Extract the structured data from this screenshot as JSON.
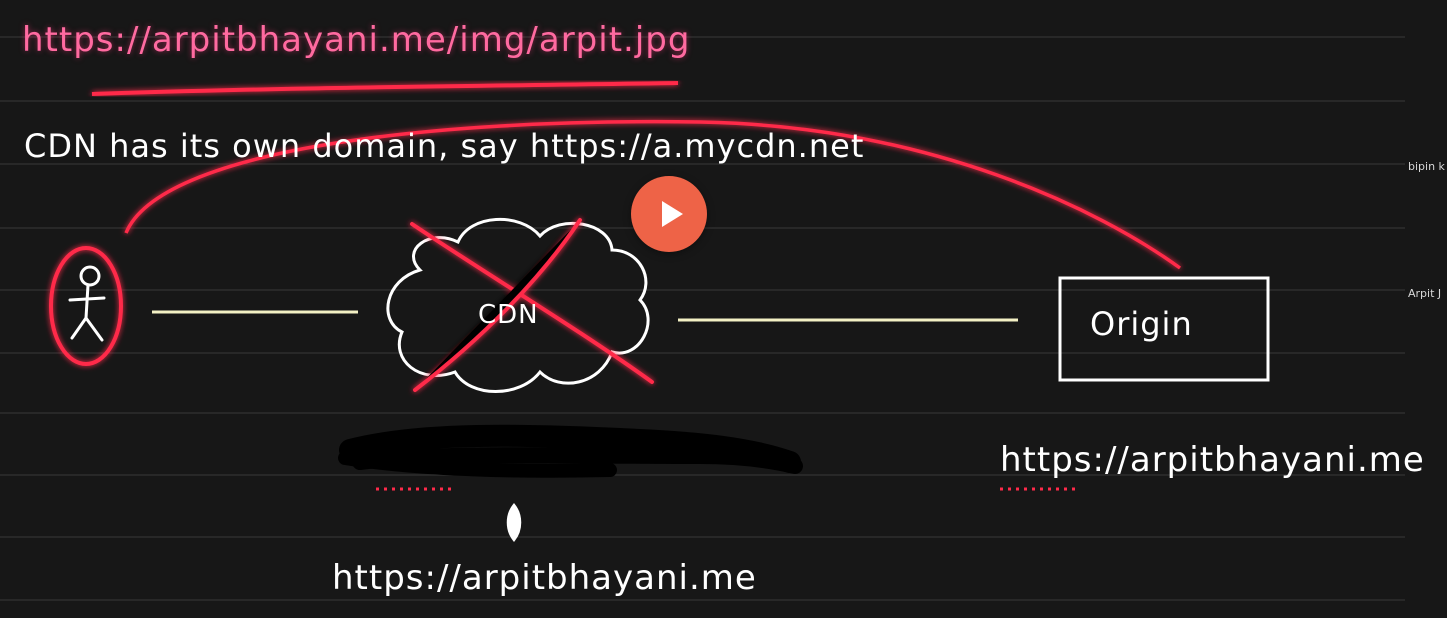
{
  "whiteboard": {
    "top_url": "https://arpitbhayani.me/img/arpit.jpg",
    "cdn_statement": "CDN has its own domain, say https://a.mycdn.net",
    "cdn_label": "CDN",
    "origin_label": "Origin",
    "origin_url": "https://arpitbhayani.me",
    "bottom_url": "https://arpitbhayani.me"
  },
  "participants": {
    "first": "bipin k",
    "second": "Arpit J"
  },
  "player": {
    "play_icon": "play-icon",
    "button_color": "#ee6347"
  },
  "colors": {
    "background": "#171717",
    "pink_ink": "#ff6aa0",
    "red_ink": "#ff2a4a",
    "yellow_line": "#f3f0c4",
    "white_ink": "#ffffff"
  }
}
